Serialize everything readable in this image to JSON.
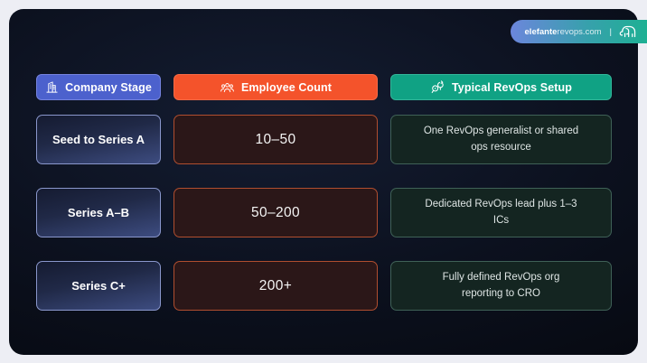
{
  "brand": {
    "name_bold": "elefante",
    "name_regular": "revops.com",
    "separator": "|",
    "icon": "elephant-icon",
    "gradient_start": "#6C86DC",
    "gradient_end": "#1EB093"
  },
  "colors": {
    "page_background": "#EDEEF4",
    "card_background": "#0C111F",
    "stage_accent": "#4C61CD",
    "count_accent": "#F4532B",
    "setup_accent": "#10A284",
    "count_cell_border": "#B04E2F",
    "stage_cell_border": "#8A97CC",
    "setup_cell_border": "#3F6157"
  },
  "chart_data": {
    "type": "table",
    "title": "",
    "columns": [
      "Company Stage",
      "Employee Count",
      "Typical RevOps Setup"
    ],
    "rows": [
      [
        "Seed to Series A",
        "10–50",
        "One RevOps generalist or shared ops resource"
      ],
      [
        "Series A–B",
        "50–200",
        "Dedicated RevOps lead plus 1–3 ICs"
      ],
      [
        "Series C+",
        "200+",
        "Fully defined RevOps org reporting to CRO"
      ]
    ]
  },
  "table": {
    "headers": [
      {
        "label": "Company Stage",
        "icon": "building-icon"
      },
      {
        "label": "Employee Count",
        "icon": "people-icon"
      },
      {
        "label": "Typical RevOps Setup",
        "icon": "process-icon"
      }
    ],
    "rows": [
      {
        "stage": "Seed to Series A",
        "count": "10–50",
        "setup": "One RevOps generalist or shared ops resource"
      },
      {
        "stage": "Series A–B",
        "count": "50–200",
        "setup": "Dedicated RevOps lead plus 1–3 ICs"
      },
      {
        "stage": "Series C+",
        "count": "200+",
        "setup": "Fully defined RevOps org reporting to CRO"
      }
    ]
  }
}
